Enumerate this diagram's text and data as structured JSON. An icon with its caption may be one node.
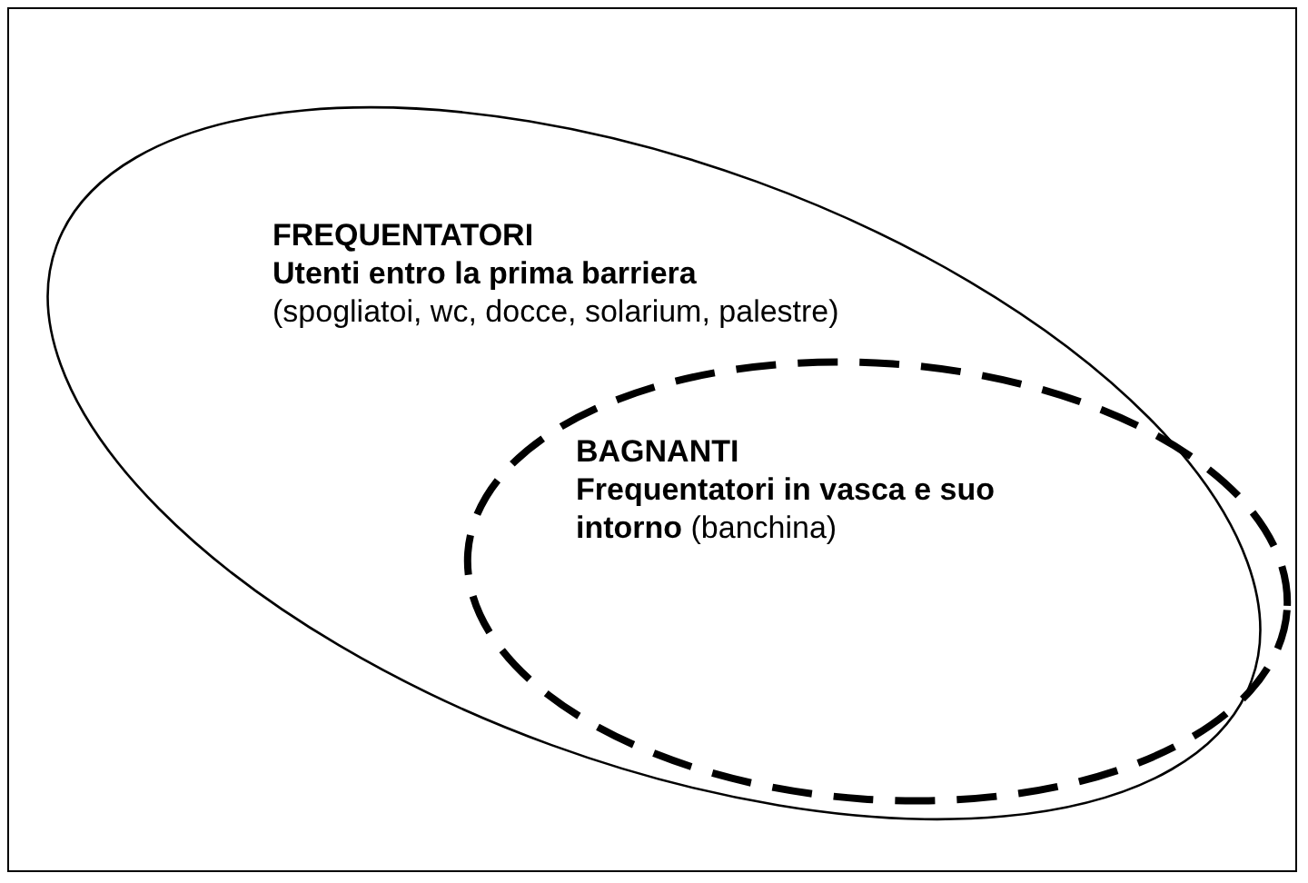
{
  "diagram": {
    "nodes": [
      {
        "text": [
          "FREQUENTATORI",
          "Utenti entro la prima barriera",
          "(spogliatoi, wc, docce, solarium, palestre)"
        ]
      },
      {
        "text": [
          "BAGNANTI",
          "**Frequentatori in vasca e suo intorno** (banchina)"
        ],
        "in": 0
      }
    ],
    "edges": []
  }
}
